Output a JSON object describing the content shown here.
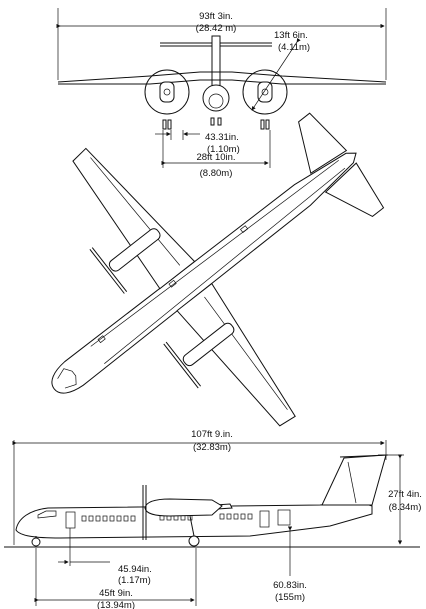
{
  "front_view": {
    "span": {
      "ft": "93ft 3in.",
      "m": "(28.42 m)"
    },
    "prop_diameter": {
      "ft": "13ft 6in.",
      "m": "(4.11m)"
    },
    "main_gear_track_inner": {
      "in": "43.31in.",
      "m": "(1.10m)"
    },
    "main_gear_track": {
      "ft": "28ft 10in.",
      "m": "(8.80m)"
    }
  },
  "side_view": {
    "length": {
      "ft": "107ft 9.in.",
      "m": "(32.83m)"
    },
    "height": {
      "ft": "27ft 4in.",
      "m": "(8.34m)"
    },
    "nose_gear_to_door": {
      "in": "45.94in.",
      "m": "(1.17m)"
    },
    "wheelbase": {
      "ft": "45ft 9in.",
      "m": "(13.94m)"
    },
    "ground_clearance": {
      "in": "60.83in.",
      "m": "(155m)"
    }
  }
}
